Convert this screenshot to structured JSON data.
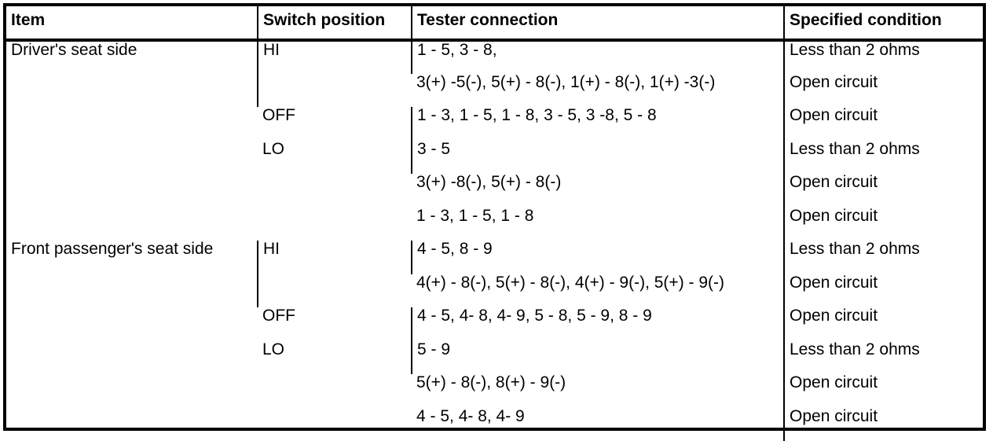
{
  "table": {
    "name": "tester-connection-inspection-table",
    "columns": [
      {
        "key": "item",
        "label": "Item"
      },
      {
        "key": "switch",
        "label": "Switch position"
      },
      {
        "key": "tester",
        "label": "Tester connection"
      },
      {
        "key": "condition",
        "label": "Specified condition"
      }
    ],
    "groups": [
      {
        "item": "Driver's seat side",
        "switches": [
          {
            "position": "HI",
            "rows": [
              {
                "tester": "1 - 5, 3 - 8,",
                "condition": "Less than 2 ohms"
              },
              {
                "tester": "3(+) -5(-), 5(+) - 8(-), 1(+) - 8(-), 1(+) -3(-)",
                "condition": "Open circuit"
              }
            ]
          },
          {
            "position": "OFF",
            "rows": [
              {
                "tester": "1 - 3, 1 - 5, 1 - 8, 3 - 5, 3 -8, 5 - 8",
                "condition": "Open circuit"
              }
            ]
          },
          {
            "position": "LO",
            "rows": [
              {
                "tester": "3 - 5",
                "condition": "Less than 2 ohms"
              },
              {
                "tester": "3(+) -8(-), 5(+) - 8(-)",
                "condition": "Open circuit"
              },
              {
                "tester": "1 - 3, 1 - 5, 1 - 8",
                "condition": "Open circuit"
              }
            ]
          }
        ]
      },
      {
        "item": "Front passenger's seat side",
        "switches": [
          {
            "position": "HI",
            "rows": [
              {
                "tester": "4 - 5, 8 - 9",
                "condition": "Less than 2 ohms"
              },
              {
                "tester": "4(+) - 8(-), 5(+) - 8(-), 4(+) - 9(-), 5(+) - 9(-)",
                "condition": "Open circuit"
              }
            ]
          },
          {
            "position": "OFF",
            "rows": [
              {
                "tester": "4 - 5, 4- 8, 4- 9, 5 - 8, 5 - 9, 8 - 9",
                "condition": "Open circuit"
              }
            ]
          },
          {
            "position": "LO",
            "rows": [
              {
                "tester": "5 - 9",
                "condition": "Less than 2 ohms"
              },
              {
                "tester": "5(+) - 8(-), 8(+) - 9(-)",
                "condition": "Open circuit"
              },
              {
                "tester": "4 - 5, 4- 8, 4- 9",
                "condition": "Open circuit"
              }
            ]
          }
        ]
      }
    ]
  },
  "colors": {
    "border": "#000000",
    "background": "#ffffff",
    "text": "#000000"
  }
}
